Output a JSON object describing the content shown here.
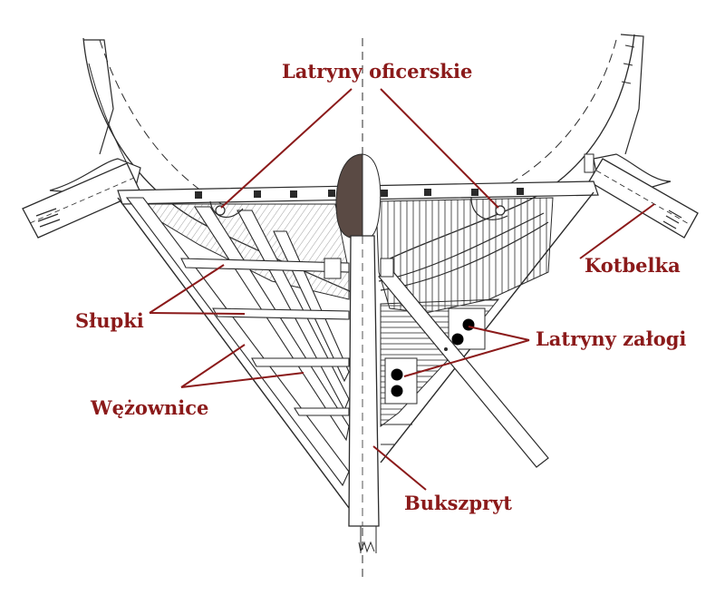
{
  "colors": {
    "ink": "#2a2a2a",
    "label": "#8b1a1a",
    "hatch": "#555555",
    "dark_fill": "#5a4a44",
    "black": "#000000"
  },
  "labels": {
    "officer_latrines": "Latryny oficerskie",
    "cathead": "Kotbelka",
    "stanchions": "Słupki",
    "crew_latrines": "Latryny załogi",
    "head_rails": "Wężownice",
    "bowsprit": "Bukszpryt"
  }
}
